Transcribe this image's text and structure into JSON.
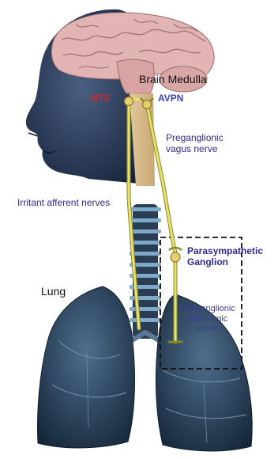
{
  "labels": {
    "brain_medulla": "Brain Medulla",
    "nts": "NTS",
    "avpn": "AVPN",
    "preganglionic_line1": "Preganglionic",
    "preganglionic_line2": "vagus nerve",
    "irritant_afferent": "Irritant afferent nerves",
    "parasympathetic_line1": "Parasympathetic",
    "parasympathetic_line2": "Ganglion",
    "lung": "Lung",
    "postganglionic_line1": "Postganglionic",
    "postganglionic_line2": "cholinergic",
    "postganglionic_line3": "nerve"
  },
  "colors": {
    "nts": "#cc2a2a",
    "avpn": "#3a3fbf",
    "nerve": "#e8e070",
    "nerve_outline": "#8a8a2a",
    "text_blue": "#2d2a8c",
    "head": "#2b3a55",
    "brain": "#e2b4b4",
    "lung": "#2a3d55"
  }
}
